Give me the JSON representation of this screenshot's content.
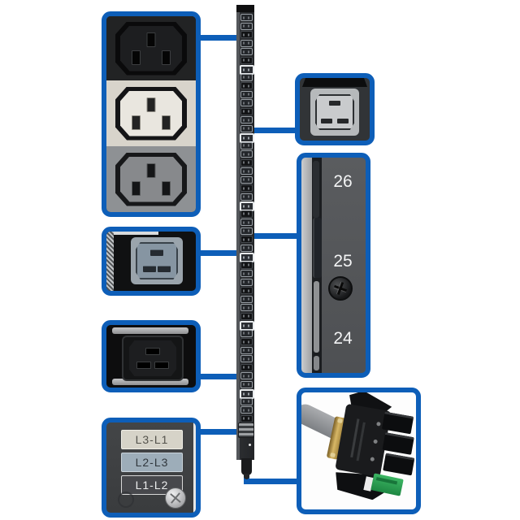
{
  "colors": {
    "accent_blue": "#0d5eb8",
    "background": "#ffffff",
    "strip_body": "#2b2d30",
    "outlet_black": "#1d1e20",
    "outlet_white": "#e9e6df",
    "outlet_gray": "#87898c",
    "label_plate_cream": "#d6d3c8",
    "label_plate_steel": "#9dadb9",
    "label_plate_dark": "#47484c",
    "ground_clamp_green": "#2aa455",
    "brass_clamp": "#c8a255"
  },
  "callouts": {
    "c13_outlet_group": {
      "icon": "c13-outlet-icon",
      "outlets": [
        "black",
        "white",
        "gray"
      ]
    },
    "c19_outlet_top_right": {
      "icon": "c19-outlet-icon",
      "finish": "gray"
    },
    "c19_outlet_left_gray": {
      "icon": "c19-outlet-icon",
      "finish": "gray-blue"
    },
    "c19_outlet_left_black": {
      "icon": "c19-outlet-icon",
      "finish": "black"
    },
    "outlet_numbering": {
      "numbers": [
        "26",
        "25",
        "24"
      ],
      "icon": "screw-icon"
    },
    "phase_labels": {
      "labels": [
        "L3-L1",
        "L2-L3",
        "L1-L2"
      ],
      "icon": "screw-icon"
    },
    "input_plug": {
      "icon": "power-plug-icon"
    }
  },
  "strip": {
    "outlet_icon": "outlet-icon",
    "outlets": [
      "light",
      "light",
      "dark",
      "light",
      "light",
      "dark",
      "bright",
      "light",
      "dark",
      "light",
      "light",
      "dark",
      "light",
      "light",
      "bright",
      "light",
      "light",
      "dark",
      "light",
      "light",
      "dark",
      "light",
      "bright",
      "dark",
      "light",
      "light",
      "dark",
      "light",
      "bright",
      "dark",
      "light",
      "light",
      "dark",
      "light",
      "light",
      "dark",
      "bright",
      "light",
      "dark",
      "light",
      "light",
      "dark",
      "light",
      "light",
      "bright",
      "light",
      "light",
      "dark"
    ]
  }
}
